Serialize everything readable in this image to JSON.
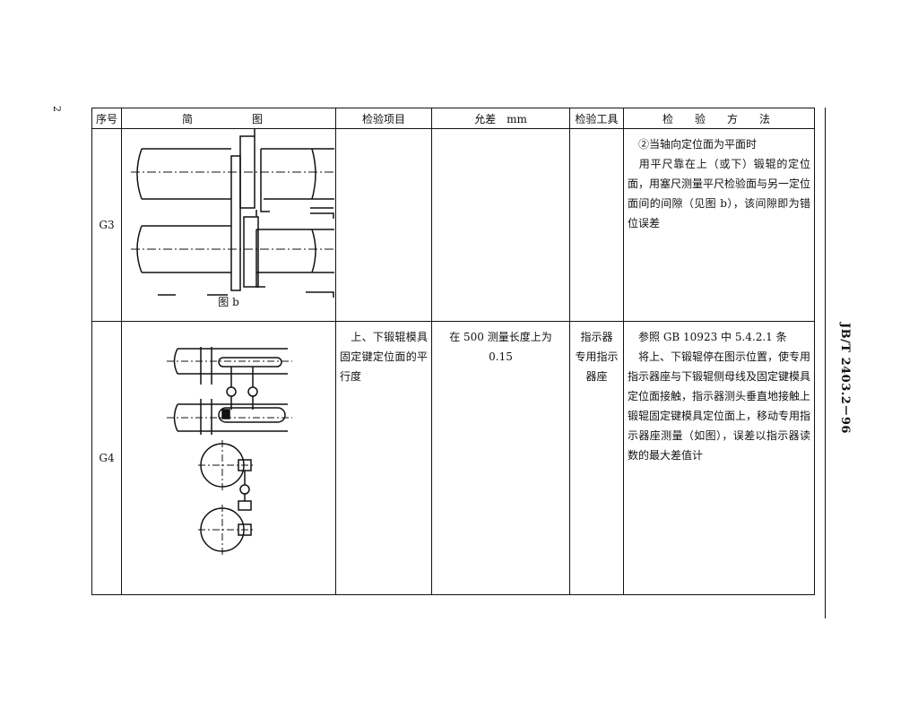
{
  "page_number": "2",
  "standard_code": "JB/T 2403.2－96",
  "headers": {
    "no": "序号",
    "diagram": "简　　图",
    "item": "检验项目",
    "tolerance": "允差　mm",
    "tool": "检验工具",
    "method": "检　验　方　法"
  },
  "rows": [
    {
      "no": "G3",
      "diagram_caption": "图 b",
      "item": "",
      "tolerance": "",
      "tool": "",
      "method": "　②当轴向定位面为平面时\n　用平尺靠在上（或下）锻辊的定位面，用塞尺测量平尺检验面与另一定位面间的间隙（见图 b），该间隙即为错位误差"
    },
    {
      "no": "G4",
      "diagram_caption": "",
      "item": "　上、下锻辊模具固定键定位面的平行度",
      "tolerance": "在 500 测量长度上为\n0.15",
      "tool": "指示器\n专用指示器座",
      "method": "　参照 GB 10923 中 5.4.2.1 条\n　将上、下锻辊停在图示位置，使专用指示器座与下锻辊侧母线及固定键模具定位面接触，指示器测头垂直地接触上锻辊固定键模具定位面上，移动专用指示器座测量（如图），误差以指示器读数的最大差值计"
    }
  ]
}
